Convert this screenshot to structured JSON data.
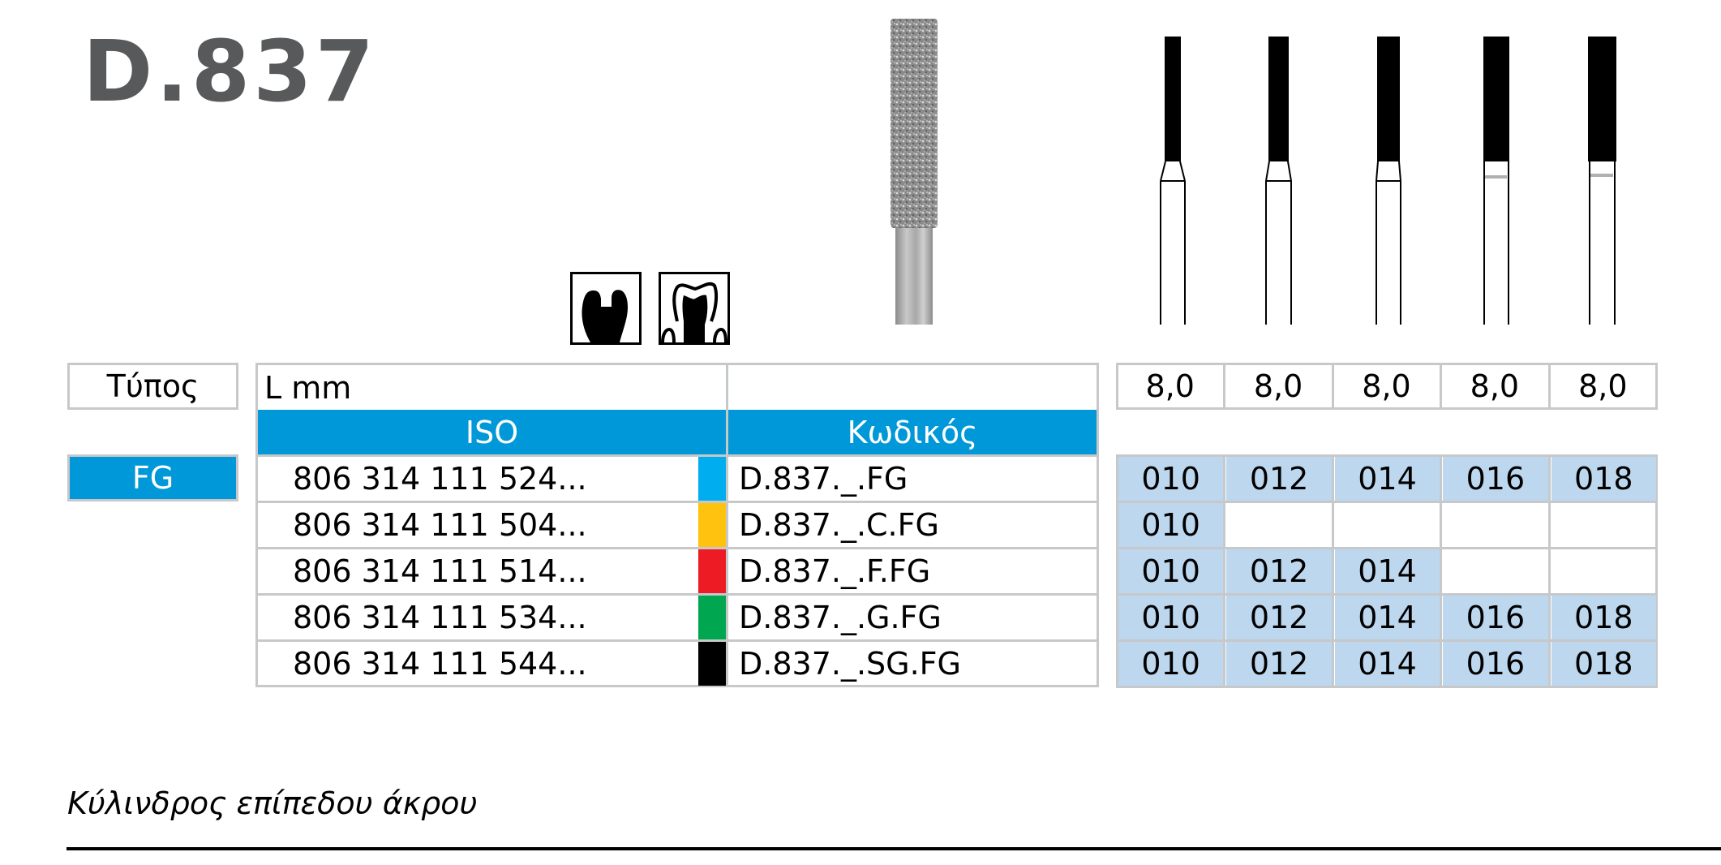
{
  "product": {
    "title": "D.837",
    "description": "Κύλινδρος επίπεδου άκρου"
  },
  "icons": [
    {
      "name": "tooth-cavity-preparation-icon"
    },
    {
      "name": "tooth-crown-preparation-icon"
    }
  ],
  "images": {
    "bur_photo": "diamond-bur-cylinder-flat-end",
    "silhouettes_count": 5
  },
  "table": {
    "type_label": "Τύπος",
    "type_value": "FG",
    "length_label": "L mm",
    "iso_header": "ISO",
    "code_header": "Κωδικός",
    "lengths": [
      "8,0",
      "8,0",
      "8,0",
      "8,0",
      "8,0"
    ],
    "rows": [
      {
        "iso": "806 314 111 524...",
        "grit_color": "#00aeef",
        "grit_name": "medium-blue",
        "code": "D.837._.FG",
        "sizes": [
          "010",
          "012",
          "014",
          "016",
          "018"
        ]
      },
      {
        "iso": "806 314 111 504...",
        "grit_color": "#ffc20e",
        "grit_name": "yellow",
        "code": "D.837._.C.FG",
        "sizes": [
          "010",
          "",
          "",
          "",
          ""
        ]
      },
      {
        "iso": "806 314 111 514...",
        "grit_color": "#ed1c24",
        "grit_name": "red",
        "code": "D.837._.F.FG",
        "sizes": [
          "010",
          "012",
          "014",
          "",
          ""
        ]
      },
      {
        "iso": "806 314 111 534...",
        "grit_color": "#00a650",
        "grit_name": "green",
        "code": "D.837._.G.FG",
        "sizes": [
          "010",
          "012",
          "014",
          "016",
          "018"
        ]
      },
      {
        "iso": "806 314 111 544...",
        "grit_color": "#000000",
        "grit_name": "black",
        "code": "D.837._.SG.FG",
        "sizes": [
          "010",
          "012",
          "014",
          "016",
          "018"
        ]
      }
    ]
  },
  "colors": {
    "header_blue": "#0098d8",
    "size_available": "#bdd7ee",
    "title_gray": "#58595b",
    "border_gray": "#c6c8ca"
  }
}
